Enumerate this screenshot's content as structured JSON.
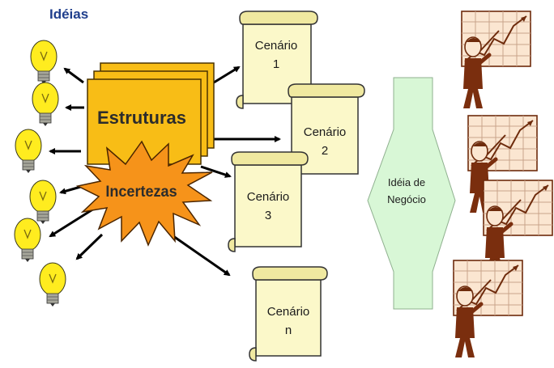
{
  "title": "Idéias",
  "structures_label": "Estruturas",
  "uncertainties_label": "Incertezas",
  "scenarios": [
    {
      "name": "Cenário",
      "number": "1"
    },
    {
      "name": "Cenário",
      "number": "2"
    },
    {
      "name": "Cenário",
      "number": "3"
    },
    {
      "name": "Cenário",
      "number": "n"
    }
  ],
  "business_idea": {
    "line1": "Idéia de",
    "line2": "Negócio"
  },
  "colors": {
    "bulb": "#ffec1f",
    "structures": "#f8bd16",
    "starburst": "#f6931a",
    "scroll": "#fbf8c9",
    "business_arrow": "#d8f7d6",
    "figure": "#7a2e0e",
    "title": "#1f3e8c"
  },
  "icons": [
    "lightbulb-icon",
    "scroll-icon",
    "presenter-chart-icon"
  ]
}
